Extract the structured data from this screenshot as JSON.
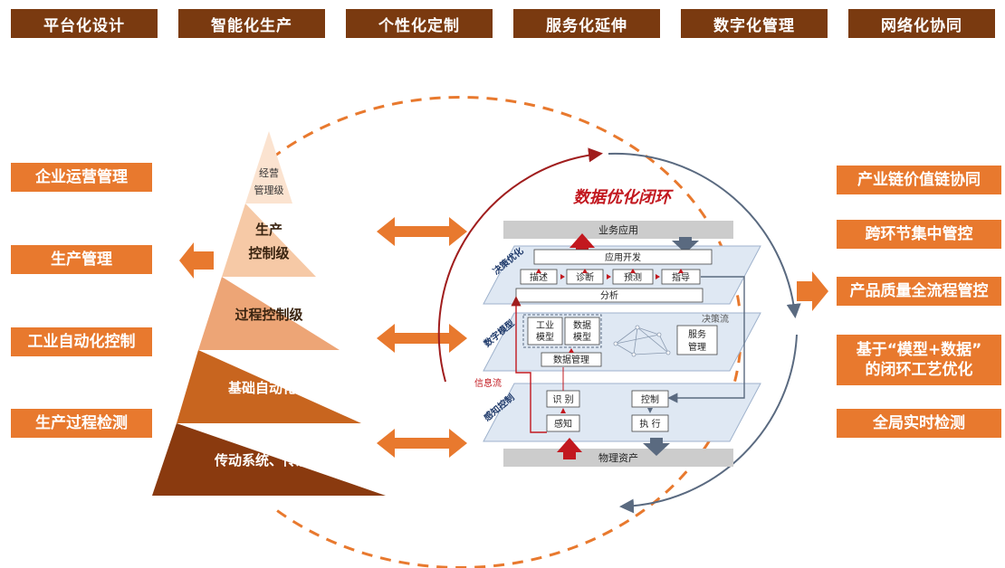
{
  "top_tabs": [
    "平台化设计",
    "智能化生产",
    "个性化定制",
    "服务化延伸",
    "数字化管理",
    "网络化协同"
  ],
  "left_boxes": [
    "企业运营管理",
    "生产管理",
    "工业自动化控制",
    "生产过程检测"
  ],
  "right_boxes": [
    "产业链价值链协同",
    "跨环节集中管控",
    "产品质量全流程管控",
    "基于“模型+数据”",
    "的闭环工艺优化",
    "全局实时检测"
  ],
  "pyramid": {
    "level1_line1": "经营",
    "level1_line2": "管理级",
    "level2_line1": "生产",
    "level2_line2": "控制级",
    "level3": "过程控制级",
    "level4": "基础自动化级",
    "level5": "传动系统、传感器"
  },
  "circle": {
    "title": "数据优化闭环",
    "top_bar": "业务应用",
    "bottom_bar": "物理资产",
    "plane1_label": "决策优化",
    "plane2_label": "数字模型",
    "plane3_label": "感知控制",
    "app_dev": "应用开发",
    "describe": "描述",
    "diagnose": "诊断",
    "predict": "预测",
    "guide": "指导",
    "analyze": "分析",
    "industrial_model_1": "工业",
    "industrial_model_2": "模型",
    "data_model_1": "数据",
    "data_model_2": "模型",
    "data_mgmt": "数据管理",
    "service_1": "服务",
    "service_2": "管理",
    "decision_flow": "决策流",
    "info_flow": "信息流",
    "identify": "识 别",
    "perceive": "感知",
    "control": "控制",
    "execute": "执 行"
  },
  "colors": {
    "tab_bg": "#7a3a10",
    "side_bg": "#e8792e",
    "dark_red": "#a01d1d",
    "slate": "#5a6a80",
    "plane": "#dfe8f3"
  }
}
